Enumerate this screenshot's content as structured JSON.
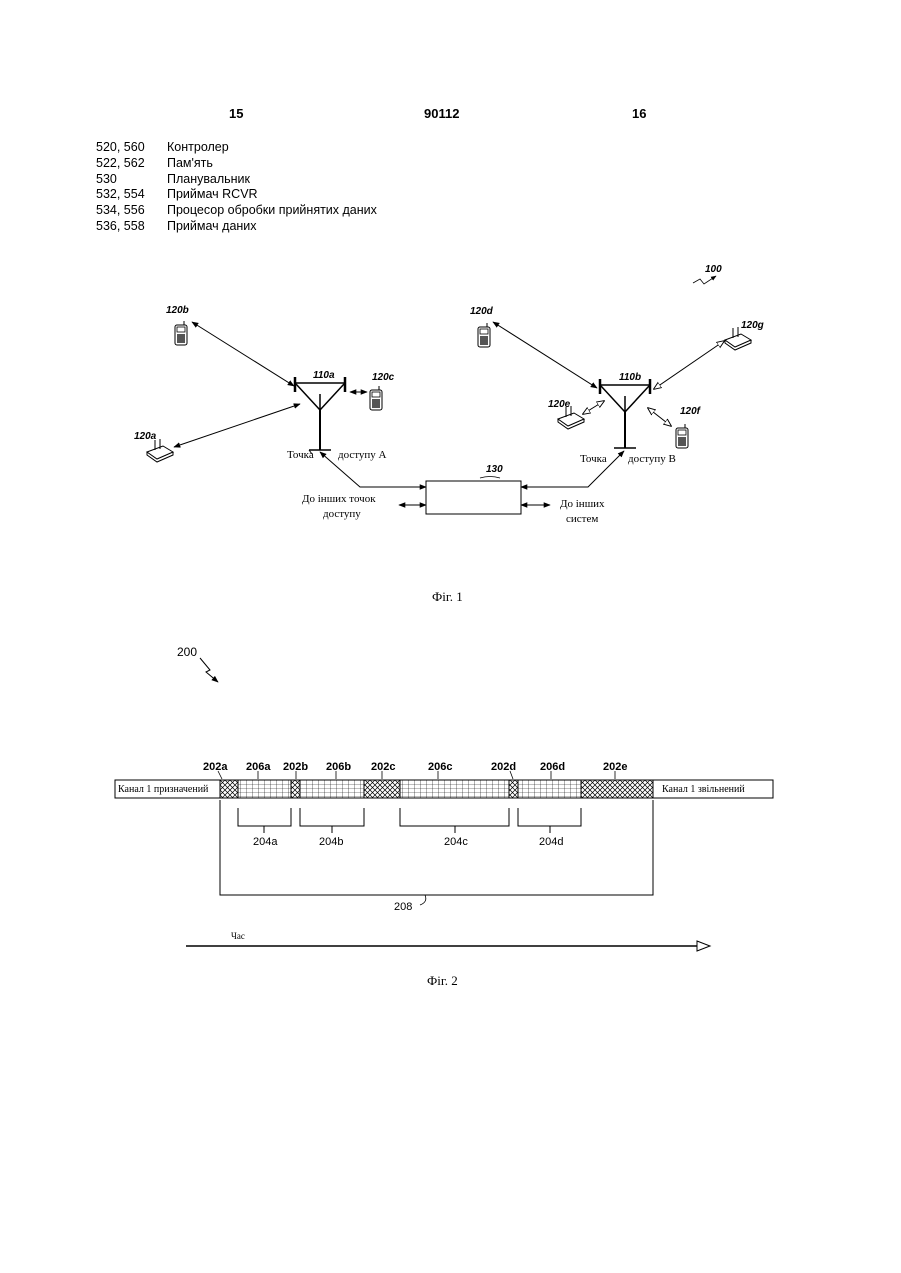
{
  "header": {
    "page_left": "15",
    "patent_number": "90112",
    "page_right": "16"
  },
  "legend": [
    {
      "num": "520, 560",
      "label": "Контролер"
    },
    {
      "num": "522, 562",
      "label": "Пам'ять"
    },
    {
      "num": "530",
      "label": "Планувальник"
    },
    {
      "num": "532, 554",
      "label": "Приймач RCVR"
    },
    {
      "num": "534, 556",
      "label": "Процесор обробки прийнятих даних"
    },
    {
      "num": "536, 558",
      "label": "Приймач даних"
    }
  ],
  "fig1": {
    "ref_system": "100",
    "terminals": {
      "a": "120a",
      "b": "120b",
      "c": "120c",
      "d": "120d",
      "e": "120e",
      "f": "120f",
      "g": "120g"
    },
    "ap_a": {
      "ref": "110a",
      "label_left": "Точка",
      "label_right": "доступу А"
    },
    "ap_b": {
      "ref": "110b",
      "label_left": "Точка",
      "label_right": "доступу В"
    },
    "controller_ref": "130",
    "to_other_aps_line1": "До інших точок",
    "to_other_aps_line2": "доступу",
    "to_other_systems_line1": "До інших",
    "to_other_systems_line2": "систем",
    "caption": "Фіг. 1"
  },
  "fig2": {
    "ref": "200",
    "left_label": "Канал 1 призначений",
    "right_label": "Канал 1 звільнений",
    "top_labels": {
      "202a": "202a",
      "206a": "206a",
      "202b": "202b",
      "206b": "206b",
      "202c": "202c",
      "206c": "206c",
      "202d": "202d",
      "206d": "206d",
      "202e": "202e"
    },
    "bottom_labels": {
      "204a": "204a",
      "204b": "204b",
      "204c": "204c",
      "204d": "204d"
    },
    "span_label": "208",
    "time_label": "Час",
    "caption": "Фіг. 2"
  }
}
